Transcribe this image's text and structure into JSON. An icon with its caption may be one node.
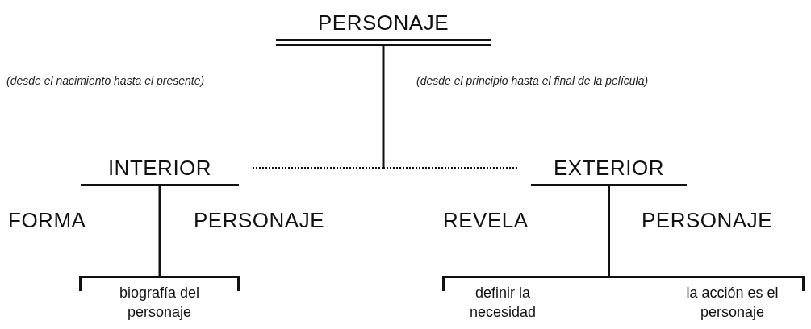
{
  "diagram": {
    "nodes": [
      {
        "text": [
          "PERSONAJE"
        ]
      },
      {
        "text": [
          "INTERIOR"
        ]
      },
      {
        "text": [
          "EXTERIOR"
        ]
      },
      {
        "text": [
          "biografía del personaje"
        ]
      },
      {
        "text": [
          "definir la necesidad",
          "la acción es el personaje"
        ]
      }
    ],
    "edges": [
      {
        "from": 0,
        "to": 1,
        "arrow": "none",
        "style": "dashed"
      },
      {
        "from": 0,
        "to": 2,
        "arrow": "none",
        "style": "dashed"
      },
      {
        "from": 1,
        "to": 3,
        "arrow": "none"
      },
      {
        "from": 2,
        "to": 4,
        "arrow": "none"
      }
    ],
    "labels": [
      "(desde el nacimiento hasta el presente)",
      "(desde el principio hasta el final de la película)",
      "FORMA",
      "PERSONAJE",
      "REVELA",
      "PERSONAJE"
    ]
  }
}
